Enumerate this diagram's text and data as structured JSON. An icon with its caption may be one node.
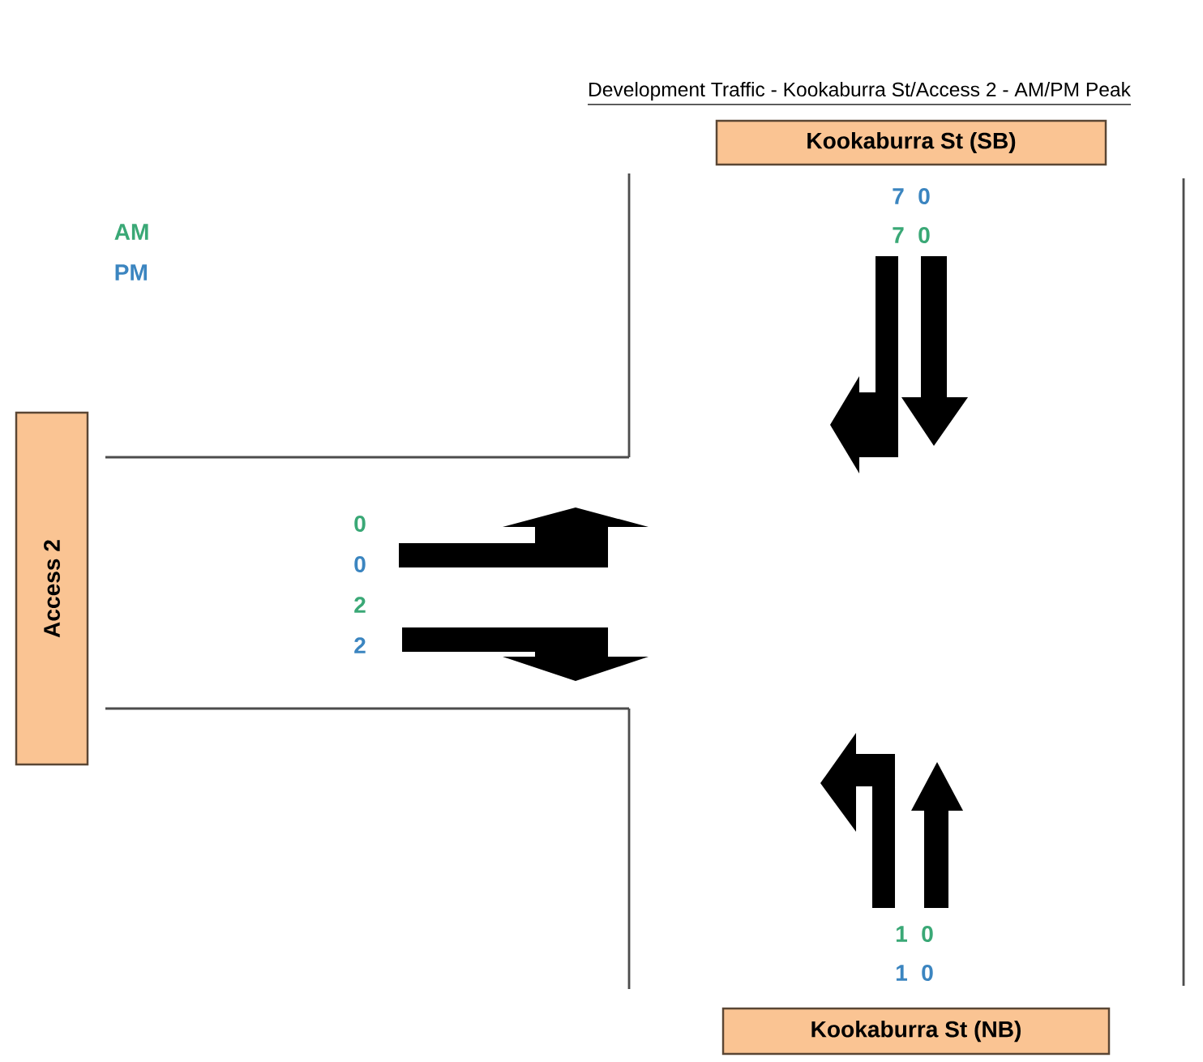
{
  "diagram": {
    "title": "Development Traffic - Kookaburra St/Access 2 - AM/PM Peak",
    "nodes": [
      {
        "text": [
          "Kookaburra St (SB)"
        ]
      },
      {
        "text": [
          "Access 2"
        ]
      },
      {
        "text": [
          "Kookaburra St (NB)"
        ]
      }
    ],
    "labels": [
      "7",
      "0",
      "7",
      "0",
      "0",
      "0",
      "2",
      "2",
      "1",
      "0",
      "1",
      "0"
    ],
    "legend": [
      {
        "text": "AM",
        "color": "#3aa876"
      },
      {
        "text": "PM",
        "color": "#3b85c0"
      }
    ]
  }
}
